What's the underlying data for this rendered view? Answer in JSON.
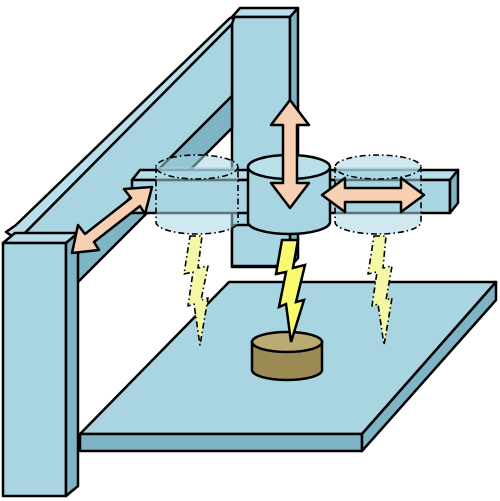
{
  "colors": {
    "frame_front": "#a9d5e2",
    "frame_side": "#7fb4c6",
    "frame_top": "#b9e0ea",
    "outline": "#000000",
    "arrow_fill": "#f7cfb2",
    "bolt_fill": "#fafa6e",
    "bolt_faded": "#f3f7a6",
    "part_top": "#b9ab73",
    "part_side": "#9b8a53",
    "background": "#ffffff"
  },
  "components": {
    "gantry_frame": "gantry-frame",
    "build_plate": "build-plate",
    "print_head": "print-head",
    "workpiece": "workpiece",
    "motion_arrows": [
      "arrow-vertical-z",
      "arrow-horizontal-x",
      "arrow-diagonal-y"
    ],
    "energy_beams": [
      "beam-center-active",
      "beam-left-ghost",
      "beam-right-ghost"
    ]
  }
}
